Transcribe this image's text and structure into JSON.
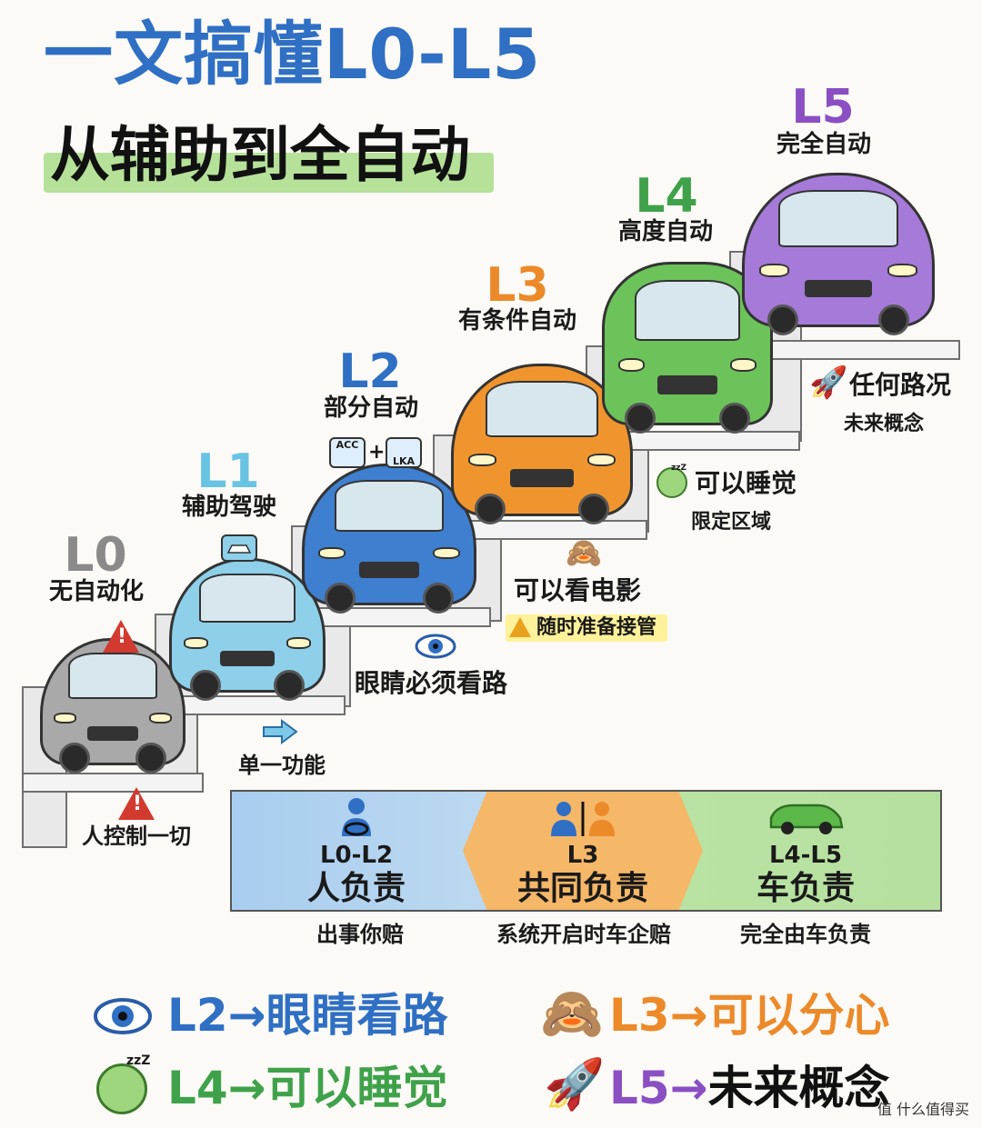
{
  "title": "一文搞懂L0-L5",
  "subtitle": "从辅助到全自动",
  "levels": [
    {
      "code": "L0",
      "name": "无自动化",
      "color": "#8a8a8a"
    },
    {
      "code": "L1",
      "name": "辅助驾驶",
      "color": "#69c3e2"
    },
    {
      "code": "L2",
      "name": "部分自动",
      "color": "#2f6fc4"
    },
    {
      "code": "L3",
      "name": "有条件自动",
      "color": "#ec8a2a"
    },
    {
      "code": "L4",
      "name": "高度自动",
      "color": "#3fa24a"
    },
    {
      "code": "L5",
      "name": "完全自动",
      "color": "#8a4fc2"
    }
  ],
  "notes": {
    "l0_warn": "人控制一切",
    "l1_func": "单一功能",
    "l2_eyes": "眼睛必须看路",
    "l2_acc": "ACC",
    "l2_lka": "LKA",
    "l2_plus": "+",
    "l3_movie": "可以看电影",
    "l3_ready": "随时准备接管",
    "l4_sleep": "可以睡觉",
    "l4_area": "限定区域",
    "l5_any": "任何路况",
    "l5_future": "未来概念"
  },
  "band": {
    "left": {
      "code": "L0-L2",
      "role": "人负责",
      "foot": "出事你赔"
    },
    "mid": {
      "code": "L3",
      "role": "共同负责",
      "foot": "系统开启时车企赔"
    },
    "right": {
      "code": "L4-L5",
      "role": "车负责",
      "foot": "完全由车负责"
    }
  },
  "summary": [
    {
      "code": "L2",
      "arrow": "→",
      "text": "眼睛看路",
      "color": "#2f6fc4",
      "icon": "eye-icon"
    },
    {
      "code": "L3",
      "arrow": "→",
      "text": "可以分心",
      "color": "#ec8a2a",
      "icon": "monkey-icon"
    },
    {
      "code": "L4",
      "arrow": "→",
      "text": "可以睡觉",
      "color": "#3fa24a",
      "icon": "sleep-face-icon"
    },
    {
      "code": "L5",
      "arrow": "→",
      "text": "未来概念",
      "color": "#8a4fc2",
      "icon": "rocket-icon"
    }
  ],
  "watermark": "值 什么值得买",
  "icons": {
    "zzz": "zzZ",
    "warn": "!"
  }
}
